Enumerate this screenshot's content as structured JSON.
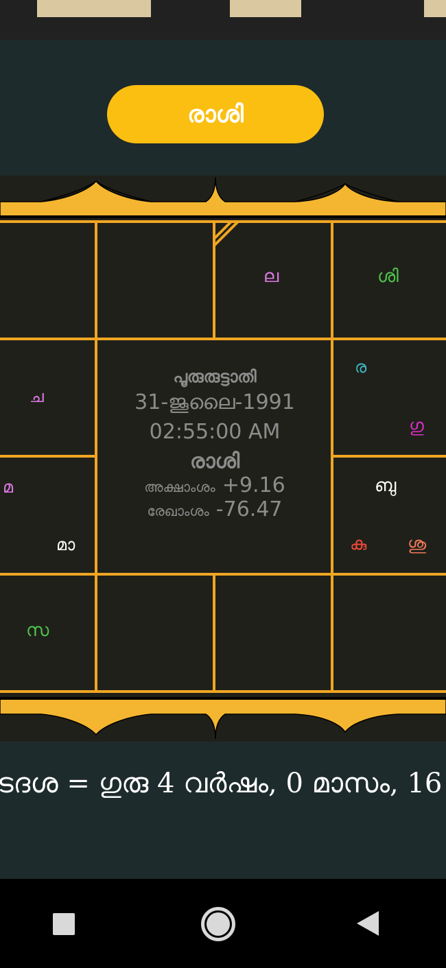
{
  "header": {
    "button_label": "രാശി"
  },
  "chart": {
    "cells": {
      "la": {
        "text": "ല",
        "color": "#e07ae8"
      },
      "shi": {
        "text": "ശി",
        "color": "#4cc64c"
      },
      "ra": {
        "text": "ര",
        "color": "#3fb3c2"
      },
      "gu": {
        "text": "ഗു",
        "color": "#e02fd0"
      },
      "cha": {
        "text": "ച",
        "color": "#e07ae8"
      },
      "ma_left": {
        "text": "മ",
        "color": "#e07ae8"
      },
      "maa": {
        "text": "മാ",
        "color": "#ffffff"
      },
      "bu": {
        "text": "ബു",
        "color": "#ffffff"
      },
      "ku": {
        "text": "കു",
        "color": "#f04a3a"
      },
      "shu": {
        "text": "ശു",
        "color": "#f07a5a"
      },
      "sa": {
        "text": "സ",
        "color": "#4cc64c"
      }
    },
    "center": {
      "nakshatra": "പൂരുരുട്ടാതി",
      "date": "31-ജൂലൈ-1991",
      "time": "02:55:00 AM",
      "rasi": "രാശി",
      "lat_label": "അക്ഷാംശം",
      "lat_value": "+9.16",
      "lon_label": "രേഖാംശം",
      "lon_value": "-76.47"
    }
  },
  "dasha": {
    "text": "ടദശ = ഗുരു 4 വർഷം, 0 മാസം, 16"
  },
  "colors": {
    "accent": "#fbbf12",
    "grid": "#f0a623",
    "background": "#1e2b2c",
    "chart_bg": "#20201a"
  }
}
